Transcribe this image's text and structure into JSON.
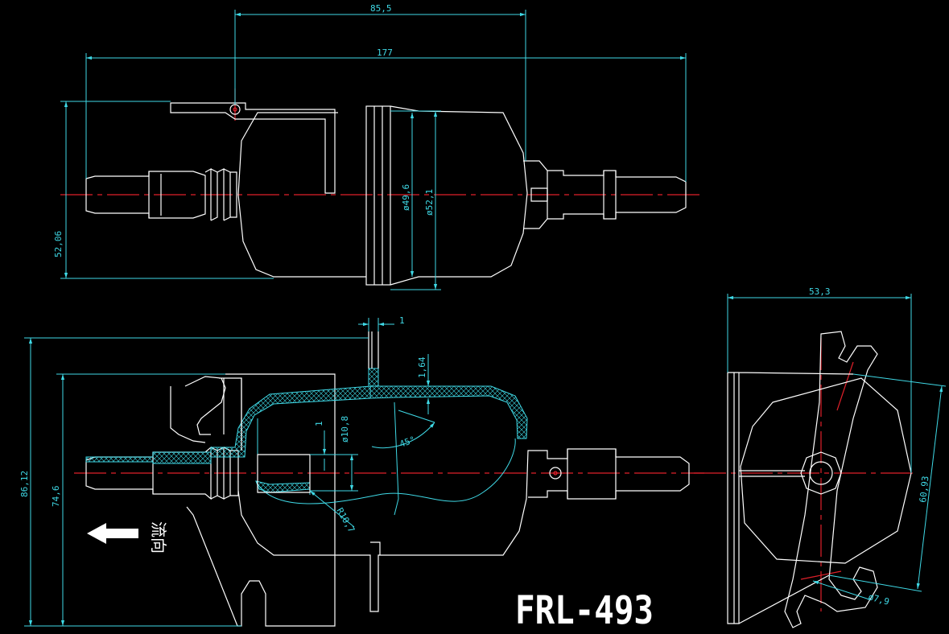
{
  "drawing": {
    "title": "FRL-493",
    "flow_label": "流向"
  },
  "dimensions": {
    "top_view": {
      "width_85_5": "85,5",
      "length_177": "177",
      "height_52_06": "52,06",
      "dia_49_6": "ø49,6",
      "dia_52_1": "ø52,1"
    },
    "section_view": {
      "wall_1": "1",
      "wall_1_64": "1,64",
      "offset_1": "1",
      "dia_10_8": "ø10,8",
      "angle_45": "45°",
      "radius_10_7": "R10,7",
      "height_86_12": "86,12",
      "height_74_6": "74,6"
    },
    "end_view": {
      "width_53_3": "53,3",
      "height_60_93": "60,93",
      "dia_7_9": "ø7,9"
    }
  },
  "colors": {
    "background": "#000000",
    "outline": "#ffffff",
    "dimension": "#3fd9e6",
    "centerline": "#e0202a"
  }
}
